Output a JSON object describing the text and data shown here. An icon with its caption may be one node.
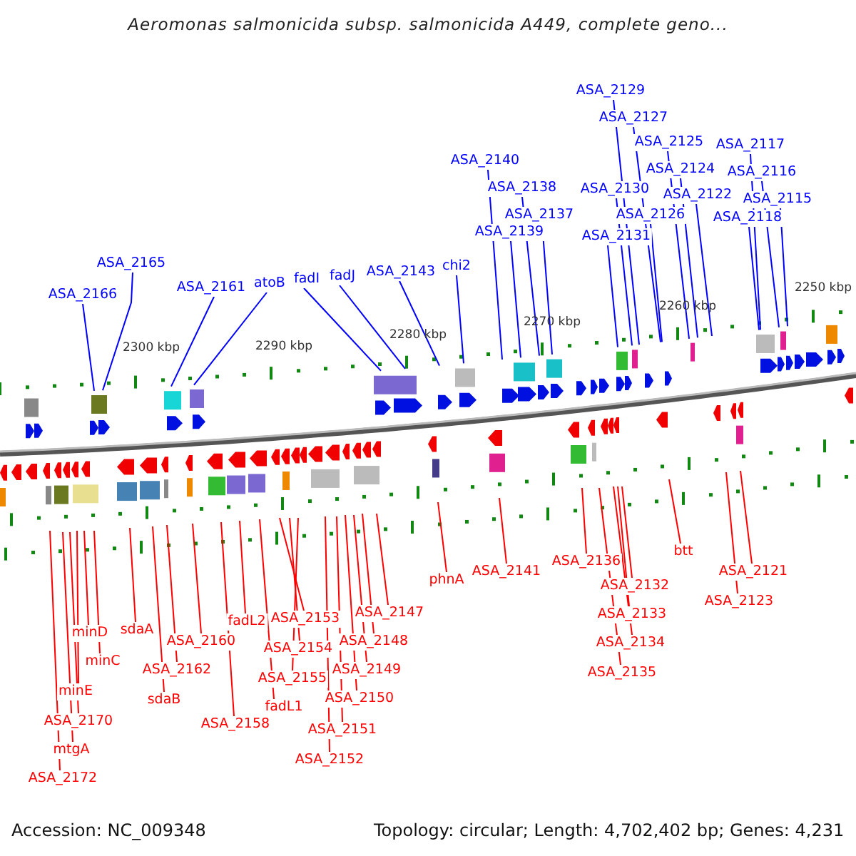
{
  "diagram": {
    "title": "Aeromonas salmonicida subsp. salmonicida A449, complete geno...",
    "nodes": [
      {
        "text": [
          "ASA_2129"
        ]
      },
      {
        "text": [
          "ASA_2127"
        ]
      },
      {
        "text": [
          "ASA_2125"
        ]
      },
      {
        "text": [
          "ASA_2117"
        ]
      },
      {
        "text": [
          "ASA_2140"
        ]
      },
      {
        "text": [
          "ASA_2124"
        ]
      },
      {
        "text": [
          "ASA_2116"
        ]
      },
      {
        "text": [
          "ASA_2138"
        ]
      },
      {
        "text": [
          "ASA_2130"
        ]
      },
      {
        "text": [
          "ASA_2122"
        ]
      },
      {
        "text": [
          "ASA_2115"
        ]
      },
      {
        "text": [
          "ASA_2126"
        ]
      },
      {
        "text": [
          "ASA_2137"
        ]
      },
      {
        "text": [
          "ASA_2118"
        ]
      },
      {
        "text": [
          "ASA_2139"
        ]
      },
      {
        "text": [
          "ASA_2131"
        ]
      },
      {
        "text": [
          "ASA_2165"
        ]
      },
      {
        "text": [
          "chi2"
        ]
      },
      {
        "text": [
          "ASA_2143"
        ]
      },
      {
        "text": [
          "fadJ"
        ]
      },
      {
        "text": [
          "fadI"
        ]
      },
      {
        "text": [
          "atoB"
        ]
      },
      {
        "text": [
          "ASA_2161"
        ]
      },
      {
        "text": [
          "ASA_2166"
        ]
      },
      {
        "text": [
          "btt"
        ]
      },
      {
        "text": [
          "ASA_2136"
        ]
      },
      {
        "text": [
          "ASA_2141"
        ]
      },
      {
        "text": [
          "ASA_2121"
        ]
      },
      {
        "text": [
          "phnA"
        ]
      },
      {
        "text": [
          "ASA_2132"
        ]
      },
      {
        "text": [
          "ASA_2123"
        ]
      },
      {
        "text": [
          "ASA_2147"
        ]
      },
      {
        "text": [
          "ASA_2133"
        ]
      },
      {
        "text": [
          "ASA_2153"
        ]
      },
      {
        "text": [
          "fadL2"
        ]
      },
      {
        "text": [
          "sdaA"
        ]
      },
      {
        "text": [
          "minD"
        ]
      },
      {
        "text": [
          "ASA_2160"
        ]
      },
      {
        "text": [
          "ASA_2148"
        ]
      },
      {
        "text": [
          "ASA_2134"
        ]
      },
      {
        "text": [
          "ASA_2154"
        ]
      },
      {
        "text": [
          "minC"
        ]
      },
      {
        "text": [
          "ASA_2162"
        ]
      },
      {
        "text": [
          "ASA_2149"
        ]
      },
      {
        "text": [
          "ASA_2135"
        ]
      },
      {
        "text": [
          "ASA_2155"
        ]
      },
      {
        "text": [
          "minE"
        ]
      },
      {
        "text": [
          "ASA_2150"
        ]
      },
      {
        "text": [
          "sdaB"
        ]
      },
      {
        "text": [
          "fadL1"
        ]
      },
      {
        "text": [
          "ASA_2170"
        ]
      },
      {
        "text": [
          "ASA_2158"
        ]
      },
      {
        "text": [
          "ASA_2151"
        ]
      },
      {
        "text": [
          "mtgA"
        ]
      },
      {
        "text": [
          "ASA_2152"
        ]
      },
      {
        "text": [
          "ASA_2172"
        ]
      }
    ],
    "edges": [
      {
        "from": 0,
        "to": null,
        "arrow": "none",
        "color": "#0000ff"
      },
      {
        "from": 1,
        "to": null,
        "arrow": "none",
        "color": "#0000ff"
      },
      {
        "from": 2,
        "to": null,
        "arrow": "none",
        "color": "#0000ff"
      },
      {
        "from": 3,
        "to": null,
        "arrow": "none",
        "color": "#0000ff"
      },
      {
        "from": 4,
        "to": null,
        "arrow": "none",
        "color": "#0000ff"
      },
      {
        "from": 5,
        "to": null,
        "arrow": "none",
        "color": "#0000ff"
      },
      {
        "from": 6,
        "to": null,
        "arrow": "none",
        "color": "#0000ff"
      },
      {
        "from": 7,
        "to": null,
        "arrow": "none",
        "color": "#0000ff"
      },
      {
        "from": 8,
        "to": null,
        "arrow": "none",
        "color": "#0000ff"
      },
      {
        "from": 9,
        "to": null,
        "arrow": "none",
        "color": "#0000ff"
      },
      {
        "from": 10,
        "to": null,
        "arrow": "none",
        "color": "#0000ff"
      },
      {
        "from": 11,
        "to": null,
        "arrow": "none",
        "color": "#0000ff"
      },
      {
        "from": 12,
        "to": null,
        "arrow": "none",
        "color": "#0000ff"
      },
      {
        "from": 13,
        "to": null,
        "arrow": "none",
        "color": "#0000ff"
      },
      {
        "from": 14,
        "to": null,
        "arrow": "none",
        "color": "#0000ff"
      },
      {
        "from": 15,
        "to": null,
        "arrow": "none",
        "color": "#0000ff"
      },
      {
        "from": 16,
        "to": null,
        "arrow": "none",
        "color": "#0000ff"
      },
      {
        "from": 17,
        "to": null,
        "arrow": "none",
        "color": "#0000ff"
      },
      {
        "from": 18,
        "to": null,
        "arrow": "none",
        "color": "#0000ff"
      },
      {
        "from": 19,
        "to": null,
        "arrow": "none",
        "color": "#0000ff"
      },
      {
        "from": 20,
        "to": null,
        "arrow": "none",
        "color": "#0000ff"
      },
      {
        "from": 21,
        "to": null,
        "arrow": "none",
        "color": "#0000ff"
      },
      {
        "from": 22,
        "to": null,
        "arrow": "none",
        "color": "#0000ff"
      },
      {
        "from": 23,
        "to": null,
        "arrow": "none",
        "color": "#0000ff"
      },
      {
        "from": 24,
        "to": null,
        "arrow": "none"
      },
      {
        "from": 25,
        "to": null,
        "arrow": "none"
      },
      {
        "from": 26,
        "to": null,
        "arrow": "none"
      },
      {
        "from": 27,
        "to": null,
        "arrow": "none"
      },
      {
        "from": 28,
        "to": null,
        "arrow": "none"
      },
      {
        "from": 29,
        "to": null,
        "arrow": "none"
      },
      {
        "from": 30,
        "to": null,
        "arrow": "none"
      },
      {
        "from": 31,
        "to": null,
        "arrow": "none"
      },
      {
        "from": 32,
        "to": null,
        "arrow": "none"
      },
      {
        "from": 33,
        "to": null,
        "arrow": "none"
      },
      {
        "from": 34,
        "to": null,
        "arrow": "none"
      },
      {
        "from": 35,
        "to": null,
        "arrow": "none"
      },
      {
        "from": 36,
        "to": null,
        "arrow": "none"
      },
      {
        "from": 37,
        "to": null,
        "arrow": "none"
      },
      {
        "from": 38,
        "to": null,
        "arrow": "none"
      },
      {
        "from": 39,
        "to": null,
        "arrow": "none"
      },
      {
        "from": 40,
        "to": null,
        "arrow": "none"
      },
      {
        "from": 41,
        "to": null,
        "arrow": "none"
      },
      {
        "from": 42,
        "to": null,
        "arrow": "none"
      },
      {
        "from": 43,
        "to": null,
        "arrow": "none"
      },
      {
        "from": 44,
        "to": null,
        "arrow": "none"
      },
      {
        "from": 45,
        "to": null,
        "arrow": "none"
      },
      {
        "from": 46,
        "to": null,
        "arrow": "none"
      },
      {
        "from": 47,
        "to": null,
        "arrow": "none"
      },
      {
        "from": 48,
        "to": null,
        "arrow": "none"
      },
      {
        "from": 49,
        "to": null,
        "arrow": "none"
      },
      {
        "from": 50,
        "to": null,
        "arrow": "none"
      },
      {
        "from": 51,
        "to": null,
        "arrow": "none"
      },
      {
        "from": 52,
        "to": null,
        "arrow": "none"
      },
      {
        "from": 53,
        "to": null,
        "arrow": "none"
      },
      {
        "from": 54,
        "to": null,
        "arrow": "none"
      },
      {
        "from": 55,
        "to": null,
        "arrow": "none"
      }
    ],
    "labels": [
      "2300 kbp",
      "2290 kbp",
      "2280 kbp",
      "2270 kbp",
      "2260 kbp",
      "2250 kbp",
      "Accession: NC_009348",
      "Topology: circular; Length: 4,702,402 bp; Genes: 4,231"
    ]
  }
}
